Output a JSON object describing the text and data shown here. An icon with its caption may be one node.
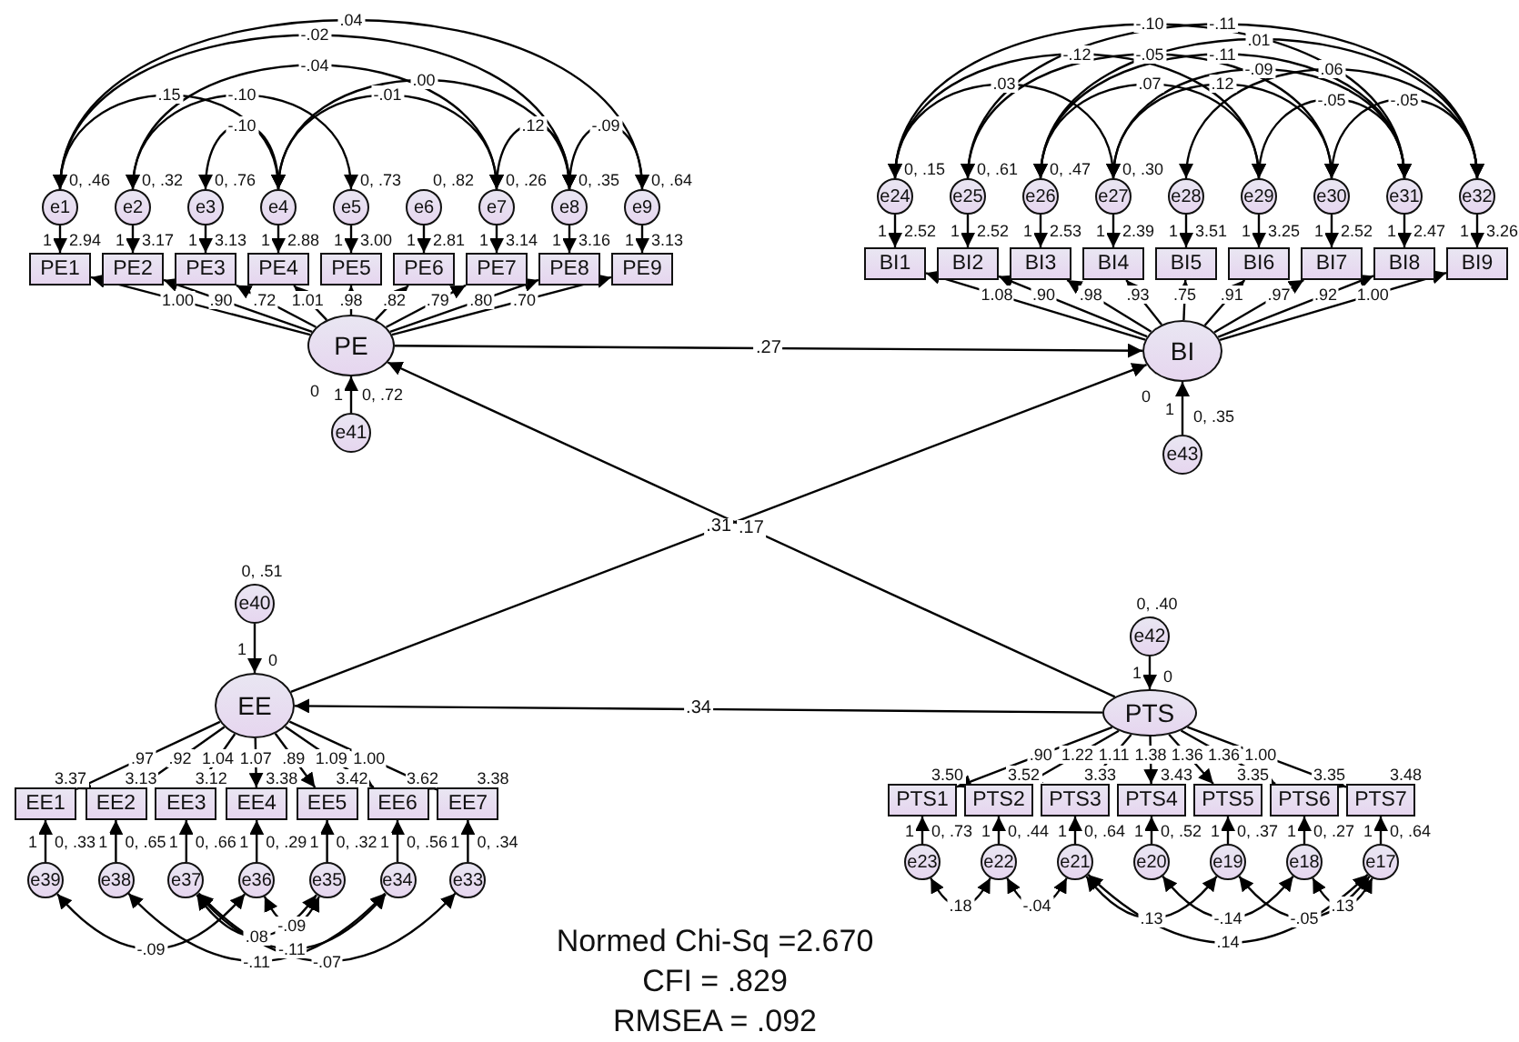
{
  "diagram": {
    "nodes": [
      {
        "text": [
          "PE"
        ],
        "beside": [
          "0"
        ]
      },
      {
        "text": [
          "PE1"
        ],
        "beside": [
          "2.94"
        ]
      },
      {
        "text": [
          "PE2"
        ],
        "beside": [
          "3.17"
        ]
      },
      {
        "text": [
          "PE3"
        ],
        "beside": [
          "3.13"
        ]
      },
      {
        "text": [
          "PE4"
        ],
        "beside": [
          "2.88"
        ]
      },
      {
        "text": [
          "PE5"
        ],
        "beside": [
          "3.00"
        ]
      },
      {
        "text": [
          "PE6"
        ],
        "beside": [
          "2.81"
        ]
      },
      {
        "text": [
          "PE7"
        ],
        "beside": [
          "3.14"
        ]
      },
      {
        "text": [
          "PE8"
        ],
        "beside": [
          "3.16"
        ]
      },
      {
        "text": [
          "PE9"
        ],
        "beside": [
          "3.13"
        ]
      },
      {
        "text": [
          "e1"
        ],
        "beside": [
          "0, .46"
        ]
      },
      {
        "text": [
          "e2"
        ],
        "beside": [
          "0, .32"
        ]
      },
      {
        "text": [
          "e3"
        ],
        "beside": [
          "0, .76"
        ]
      },
      {
        "text": [
          "e4"
        ]
      },
      {
        "text": [
          "e5"
        ],
        "beside": [
          "0, .73"
        ]
      },
      {
        "text": [
          "e6"
        ],
        "beside": [
          "0, .82"
        ]
      },
      {
        "text": [
          "e7"
        ],
        "beside": [
          "0, .26"
        ]
      },
      {
        "text": [
          "e8"
        ],
        "beside": [
          "0, .35"
        ]
      },
      {
        "text": [
          "e9"
        ],
        "beside": [
          "0, .64"
        ]
      },
      {
        "text": [
          "e41"
        ],
        "beside": [
          "0, .72"
        ]
      },
      {
        "text": [
          "BI"
        ],
        "beside": [
          "0"
        ]
      },
      {
        "text": [
          "BI1"
        ],
        "beside": [
          "2.52"
        ]
      },
      {
        "text": [
          "BI2"
        ],
        "beside": [
          "2.52"
        ]
      },
      {
        "text": [
          "BI3"
        ],
        "beside": [
          "2.53"
        ]
      },
      {
        "text": [
          "BI4"
        ],
        "beside": [
          "2.39"
        ]
      },
      {
        "text": [
          "BI5"
        ],
        "beside": [
          "3.51"
        ]
      },
      {
        "text": [
          "BI6"
        ],
        "beside": [
          "3.25"
        ]
      },
      {
        "text": [
          "BI7"
        ],
        "beside": [
          "2.52"
        ]
      },
      {
        "text": [
          "BI8"
        ],
        "beside": [
          "2.47"
        ]
      },
      {
        "text": [
          "BI9"
        ],
        "beside": [
          "3.26"
        ]
      },
      {
        "text": [
          "e24"
        ],
        "beside": [
          "0, .15"
        ]
      },
      {
        "text": [
          "e25"
        ],
        "beside": [
          "0, .61"
        ]
      },
      {
        "text": [
          "e26"
        ],
        "beside": [
          "0, .47"
        ]
      },
      {
        "text": [
          "e27"
        ],
        "beside": [
          "0, .30"
        ]
      },
      {
        "text": [
          "e28"
        ]
      },
      {
        "text": [
          "e29"
        ]
      },
      {
        "text": [
          "e30"
        ]
      },
      {
        "text": [
          "e31"
        ]
      },
      {
        "text": [
          "e32"
        ]
      },
      {
        "text": [
          "e43"
        ],
        "beside": [
          "0, .35"
        ]
      },
      {
        "text": [
          "EE"
        ],
        "beside": [
          "0"
        ]
      },
      {
        "text": [
          "EE1"
        ],
        "beside": [
          "3.37"
        ]
      },
      {
        "text": [
          "EE2"
        ],
        "beside": [
          "3.13"
        ]
      },
      {
        "text": [
          "EE3"
        ],
        "beside": [
          "3.12"
        ]
      },
      {
        "text": [
          "EE4"
        ],
        "beside": [
          "3.38"
        ]
      },
      {
        "text": [
          "EE5"
        ],
        "beside": [
          "3.42"
        ]
      },
      {
        "text": [
          "EE6"
        ],
        "beside": [
          "3.62"
        ]
      },
      {
        "text": [
          "EE7"
        ],
        "beside": [
          "3.38"
        ]
      },
      {
        "text": [
          "e39"
        ],
        "beside": [
          "0, .33"
        ]
      },
      {
        "text": [
          "e38"
        ],
        "beside": [
          "0, .65"
        ]
      },
      {
        "text": [
          "e37"
        ],
        "beside": [
          "0, .66"
        ]
      },
      {
        "text": [
          "e36"
        ],
        "beside": [
          "0, .29"
        ]
      },
      {
        "text": [
          "e35"
        ],
        "beside": [
          "0, .32"
        ]
      },
      {
        "text": [
          "e34"
        ],
        "beside": [
          "0, .56"
        ]
      },
      {
        "text": [
          "e33"
        ],
        "beside": [
          "0, .34"
        ]
      },
      {
        "text": [
          "e40"
        ],
        "beside": [
          "0, .51"
        ]
      },
      {
        "text": [
          "PTS"
        ],
        "beside": [
          "0"
        ]
      },
      {
        "text": [
          "PTS1"
        ],
        "beside": [
          "3.50"
        ]
      },
      {
        "text": [
          "PTS2"
        ],
        "beside": [
          "3.52"
        ]
      },
      {
        "text": [
          "PTS3"
        ],
        "beside": [
          "3.33"
        ]
      },
      {
        "text": [
          "PTS4"
        ],
        "beside": [
          "3.43"
        ]
      },
      {
        "text": [
          "PTS5"
        ],
        "beside": [
          "3.35"
        ]
      },
      {
        "text": [
          "PTS6"
        ],
        "beside": [
          "3.35"
        ]
      },
      {
        "text": [
          "PTS7"
        ],
        "beside": [
          "3.48"
        ]
      },
      {
        "text": [
          "e23"
        ],
        "beside": [
          "0, .73"
        ]
      },
      {
        "text": [
          "e22"
        ],
        "beside": [
          "0, .44"
        ]
      },
      {
        "text": [
          "e21"
        ],
        "beside": [
          "0, .64"
        ]
      },
      {
        "text": [
          "e20"
        ],
        "beside": [
          "0, .52"
        ]
      },
      {
        "text": [
          "e19"
        ],
        "beside": [
          "0, .37"
        ]
      },
      {
        "text": [
          "e18"
        ],
        "beside": [
          "0, .27"
        ]
      },
      {
        "text": [
          "e17"
        ],
        "beside": [
          "0, .64"
        ]
      },
      {
        "text": [
          "e42"
        ],
        "beside": [
          "0, .40"
        ]
      }
    ],
    "edges": [
      {
        "from": 19,
        "to": 0,
        "arrow": "to",
        "label": "1"
      },
      {
        "from": 0,
        "to": 1,
        "arrow": "to",
        "label": "1.00"
      },
      {
        "from": 0,
        "to": 2,
        "arrow": "to",
        "label": ".90"
      },
      {
        "from": 0,
        "to": 3,
        "arrow": "to",
        "label": ".72"
      },
      {
        "from": 0,
        "to": 4,
        "arrow": "to",
        "label": "1.01"
      },
      {
        "from": 0,
        "to": 5,
        "arrow": "to",
        "label": ".98"
      },
      {
        "from": 0,
        "to": 6,
        "arrow": "to",
        "label": ".82"
      },
      {
        "from": 0,
        "to": 7,
        "arrow": "to",
        "label": ".79"
      },
      {
        "from": 0,
        "to": 8,
        "arrow": "to",
        "label": ".80"
      },
      {
        "from": 0,
        "to": 9,
        "arrow": "to",
        "label": ".70"
      },
      {
        "from": 10,
        "to": 1,
        "arrow": "to",
        "label": "1"
      },
      {
        "from": 11,
        "to": 2,
        "arrow": "to",
        "label": "1"
      },
      {
        "from": 12,
        "to": 3,
        "arrow": "to",
        "label": "1"
      },
      {
        "from": 13,
        "to": 4,
        "arrow": "to",
        "label": "1"
      },
      {
        "from": 14,
        "to": 5,
        "arrow": "to",
        "label": "1"
      },
      {
        "from": 15,
        "to": 6,
        "arrow": "to",
        "label": "1"
      },
      {
        "from": 16,
        "to": 7,
        "arrow": "to",
        "label": "1"
      },
      {
        "from": 17,
        "to": 8,
        "arrow": "to",
        "label": "1"
      },
      {
        "from": 18,
        "to": 9,
        "arrow": "to",
        "label": "1"
      },
      {
        "from": 10,
        "to": 13,
        "arrow": "both",
        "label": ".15"
      },
      {
        "from": 11,
        "to": 14,
        "arrow": "both",
        "label": "-.10"
      },
      {
        "from": 12,
        "to": 13,
        "arrow": "both",
        "label": "-.10"
      },
      {
        "from": 11,
        "to": 16,
        "arrow": "both",
        "label": "-.04"
      },
      {
        "from": 10,
        "to": 17,
        "arrow": "both",
        "label": "-.02"
      },
      {
        "from": 10,
        "to": 18,
        "arrow": "both",
        "label": ".04"
      },
      {
        "from": 13,
        "to": 17,
        "arrow": "both",
        "label": ".00"
      },
      {
        "from": 13,
        "to": 16,
        "arrow": "both",
        "label": "-.01"
      },
      {
        "from": 16,
        "to": 17,
        "arrow": "both",
        "label": ".12"
      },
      {
        "from": 17,
        "to": 18,
        "arrow": "both",
        "label": "-.09"
      },
      {
        "from": 39,
        "to": 20,
        "arrow": "to",
        "label": "1"
      },
      {
        "from": 20,
        "to": 21,
        "arrow": "to",
        "label": "1.08"
      },
      {
        "from": 20,
        "to": 22,
        "arrow": "to",
        "label": ".90"
      },
      {
        "from": 20,
        "to": 23,
        "arrow": "to",
        "label": ".98"
      },
      {
        "from": 20,
        "to": 24,
        "arrow": "to",
        "label": ".93"
      },
      {
        "from": 20,
        "to": 25,
        "arrow": "to",
        "label": ".75"
      },
      {
        "from": 20,
        "to": 26,
        "arrow": "to",
        "label": ".91"
      },
      {
        "from": 20,
        "to": 27,
        "arrow": "to",
        "label": ".97"
      },
      {
        "from": 20,
        "to": 28,
        "arrow": "to",
        "label": ".92"
      },
      {
        "from": 20,
        "to": 29,
        "arrow": "to",
        "label": "1.00"
      },
      {
        "from": 30,
        "to": 21,
        "arrow": "to",
        "label": "1"
      },
      {
        "from": 31,
        "to": 22,
        "arrow": "to",
        "label": "1"
      },
      {
        "from": 32,
        "to": 23,
        "arrow": "to",
        "label": "1"
      },
      {
        "from": 33,
        "to": 24,
        "arrow": "to",
        "label": "1"
      },
      {
        "from": 34,
        "to": 25,
        "arrow": "to",
        "label": "1"
      },
      {
        "from": 35,
        "to": 26,
        "arrow": "to",
        "label": "1"
      },
      {
        "from": 36,
        "to": 27,
        "arrow": "to",
        "label": "1"
      },
      {
        "from": 37,
        "to": 28,
        "arrow": "to",
        "label": "1"
      },
      {
        "from": 38,
        "to": 29,
        "arrow": "to",
        "label": "1"
      },
      {
        "from": 30,
        "to": 37,
        "arrow": "both",
        "label": "-.10"
      },
      {
        "from": 31,
        "to": 38,
        "arrow": "both",
        "label": "-.11"
      },
      {
        "from": 30,
        "to": 35,
        "arrow": "both",
        "label": "-.12"
      },
      {
        "from": 31,
        "to": 36,
        "arrow": "both",
        "label": "-.05"
      },
      {
        "from": 32,
        "to": 38,
        "arrow": "both",
        "label": ".01"
      },
      {
        "from": 30,
        "to": 33,
        "arrow": "both",
        "label": ".03"
      },
      {
        "from": 32,
        "to": 37,
        "arrow": "both",
        "label": "-.11"
      },
      {
        "from": 33,
        "to": 37,
        "arrow": "both",
        "label": "-.09"
      },
      {
        "from": 32,
        "to": 35,
        "arrow": "both",
        "label": ".07"
      },
      {
        "from": 33,
        "to": 36,
        "arrow": "both",
        "label": ".12"
      },
      {
        "from": 34,
        "to": 38,
        "arrow": "both",
        "label": ".06"
      },
      {
        "from": 35,
        "to": 37,
        "arrow": "both",
        "label": "-.05"
      },
      {
        "from": 36,
        "to": 38,
        "arrow": "both",
        "label": "-.05"
      },
      {
        "from": 55,
        "to": 40,
        "arrow": "to",
        "label": "1"
      },
      {
        "from": 40,
        "to": 41,
        "arrow": "to",
        "label": ".97"
      },
      {
        "from": 40,
        "to": 42,
        "arrow": "to",
        "label": ".92"
      },
      {
        "from": 40,
        "to": 43,
        "arrow": "to",
        "label": "1.04"
      },
      {
        "from": 40,
        "to": 44,
        "arrow": "to",
        "label": "1.07"
      },
      {
        "from": 40,
        "to": 45,
        "arrow": "to",
        "label": ".89"
      },
      {
        "from": 40,
        "to": 46,
        "arrow": "to",
        "label": "1.09"
      },
      {
        "from": 40,
        "to": 47,
        "arrow": "to",
        "label": "1.00"
      },
      {
        "from": 48,
        "to": 41,
        "arrow": "to",
        "label": "1"
      },
      {
        "from": 49,
        "to": 42,
        "arrow": "to",
        "label": "1"
      },
      {
        "from": 50,
        "to": 43,
        "arrow": "to",
        "label": "1"
      },
      {
        "from": 51,
        "to": 44,
        "arrow": "to",
        "label": "1"
      },
      {
        "from": 52,
        "to": 45,
        "arrow": "to",
        "label": "1"
      },
      {
        "from": 53,
        "to": 46,
        "arrow": "to",
        "label": "1"
      },
      {
        "from": 54,
        "to": 47,
        "arrow": "to",
        "label": "1"
      },
      {
        "from": 48,
        "to": 51,
        "arrow": "both",
        "label": "-.09"
      },
      {
        "from": 49,
        "to": 53,
        "arrow": "both",
        "label": "-.11"
      },
      {
        "from": 50,
        "to": 52,
        "arrow": "both",
        "label": ".08"
      },
      {
        "from": 51,
        "to": 52,
        "arrow": "both",
        "label": "-.09"
      },
      {
        "from": 50,
        "to": 53,
        "arrow": "both",
        "label": "-.11"
      },
      {
        "from": 50,
        "to": 54,
        "arrow": "both",
        "label": "-.07"
      },
      {
        "from": 71,
        "to": 56,
        "arrow": "to",
        "label": "1"
      },
      {
        "from": 56,
        "to": 57,
        "arrow": "to",
        "label": ".90"
      },
      {
        "from": 56,
        "to": 58,
        "arrow": "to",
        "label": "1.22"
      },
      {
        "from": 56,
        "to": 59,
        "arrow": "to",
        "label": "1.11"
      },
      {
        "from": 56,
        "to": 60,
        "arrow": "to",
        "label": "1.38"
      },
      {
        "from": 56,
        "to": 61,
        "arrow": "to",
        "label": "1.36"
      },
      {
        "from": 56,
        "to": 62,
        "arrow": "to",
        "label": "1.36"
      },
      {
        "from": 56,
        "to": 63,
        "arrow": "to",
        "label": "1.00"
      },
      {
        "from": 64,
        "to": 57,
        "arrow": "to",
        "label": "1"
      },
      {
        "from": 65,
        "to": 58,
        "arrow": "to",
        "label": "1"
      },
      {
        "from": 66,
        "to": 59,
        "arrow": "to",
        "label": "1"
      },
      {
        "from": 67,
        "to": 60,
        "arrow": "to",
        "label": "1"
      },
      {
        "from": 68,
        "to": 61,
        "arrow": "to",
        "label": "1"
      },
      {
        "from": 69,
        "to": 62,
        "arrow": "to",
        "label": "1"
      },
      {
        "from": 70,
        "to": 63,
        "arrow": "to",
        "label": "1"
      },
      {
        "from": 64,
        "to": 65,
        "arrow": "both",
        "label": ".18"
      },
      {
        "from": 65,
        "to": 66,
        "arrow": "both",
        "label": "-.04"
      },
      {
        "from": 66,
        "to": 68,
        "arrow": "both",
        "label": ".13"
      },
      {
        "from": 67,
        "to": 69,
        "arrow": "both",
        "label": "-.14"
      },
      {
        "from": 68,
        "to": 70,
        "arrow": "both",
        "label": "-.05"
      },
      {
        "from": 69,
        "to": 70,
        "arrow": "both",
        "label": ".13"
      },
      {
        "from": 66,
        "to": 70,
        "arrow": "both",
        "label": ".14"
      },
      {
        "from": 0,
        "to": 20,
        "arrow": "to",
        "label": ".27"
      },
      {
        "from": 56,
        "to": 0,
        "arrow": "to",
        "label": ".17"
      },
      {
        "from": 40,
        "to": 20,
        "arrow": "to",
        "label": ".31"
      },
      {
        "from": 56,
        "to": 40,
        "arrow": "to",
        "label": ".34"
      }
    ],
    "labels": [
      "Normed Chi-Sq =2.670",
      "CFI = .829",
      "RMSEA = .092"
    ]
  }
}
